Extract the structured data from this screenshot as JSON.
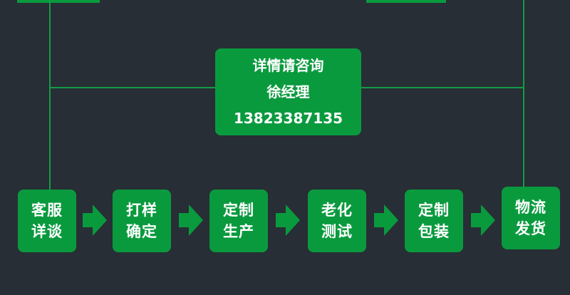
{
  "colors": {
    "background": "#272e35",
    "box": "#0a9a3e",
    "line": "#119d43",
    "text": "#ffffff"
  },
  "contact": {
    "line1": "详情请咨询",
    "line2": "徐经理",
    "phone": "13823387135"
  },
  "steps": [
    {
      "line1": "客服",
      "line2": "详谈"
    },
    {
      "line1": "打样",
      "line2": "确定"
    },
    {
      "line1": "定制",
      "line2": "生产"
    },
    {
      "line1": "老化",
      "line2": "测试"
    },
    {
      "line1": "定制",
      "line2": "包装"
    },
    {
      "line1": "物流",
      "line2": "发货"
    }
  ],
  "icons": {
    "flow_arrow": "right-arrow-icon"
  }
}
